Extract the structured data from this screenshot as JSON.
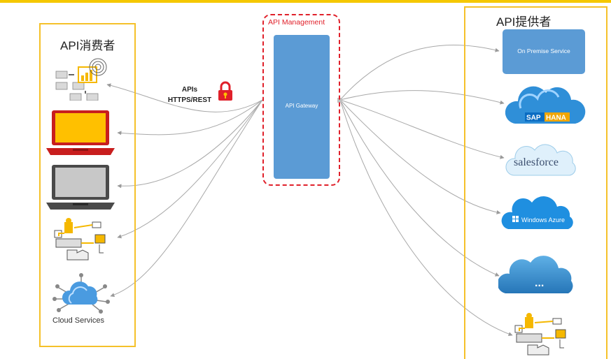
{
  "consumers": {
    "title": "API消费者",
    "cloud_services_label": "Cloud Services"
  },
  "providers": {
    "title": "API提供者",
    "on_premise_label": "On Premise Service",
    "sap_brand": "SAP",
    "hana_brand": "HANA",
    "salesforce_brand": "salesforce",
    "azure_brand": "Windows Azure",
    "more_label": "..."
  },
  "api_management": {
    "title": "API Management",
    "gateway_label": "API Gateway"
  },
  "protocol": {
    "line1": "APIs",
    "line2": "HTTPS/REST"
  },
  "colors": {
    "accent_yellow": "#f5c12a",
    "gateway_blue": "#5b9bd5",
    "management_red": "#e0202a",
    "laptop_yellow": "#ffc000",
    "laptop_red": "#c81e1e"
  }
}
